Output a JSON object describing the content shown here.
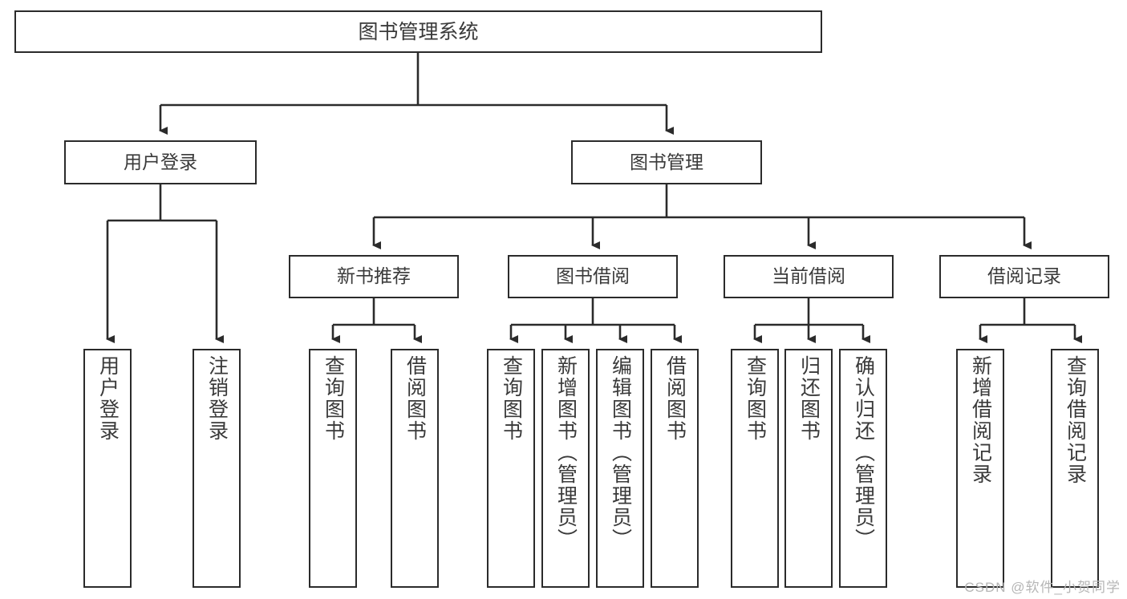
{
  "diagram": {
    "title": "图书管理系统",
    "watermark": "CSDN @软件_小贺同学",
    "stroke_color": "#2b2b2b",
    "text_color": "#3a3a3a",
    "background": "#ffffff",
    "root": {
      "label": "图书管理系统"
    },
    "level2": [
      {
        "label": "用户登录"
      },
      {
        "label": "图书管理"
      }
    ],
    "level3": [
      {
        "label": "新书推荐"
      },
      {
        "label": "图书借阅"
      },
      {
        "label": "当前借阅"
      },
      {
        "label": "借阅记录"
      }
    ],
    "leaves": [
      {
        "label": "用户登录"
      },
      {
        "label": "注销登录"
      },
      {
        "label": "查询图书"
      },
      {
        "label": "借阅图书"
      },
      {
        "label": "查询图书"
      },
      {
        "label": "新增图书（管理员）"
      },
      {
        "label": "编辑图书（管理员）"
      },
      {
        "label": "借阅图书"
      },
      {
        "label": "查询图书"
      },
      {
        "label": "归还图书"
      },
      {
        "label": "确认归还（管理员）"
      },
      {
        "label": "新增借阅记录"
      },
      {
        "label": "查询借阅记录"
      }
    ]
  }
}
